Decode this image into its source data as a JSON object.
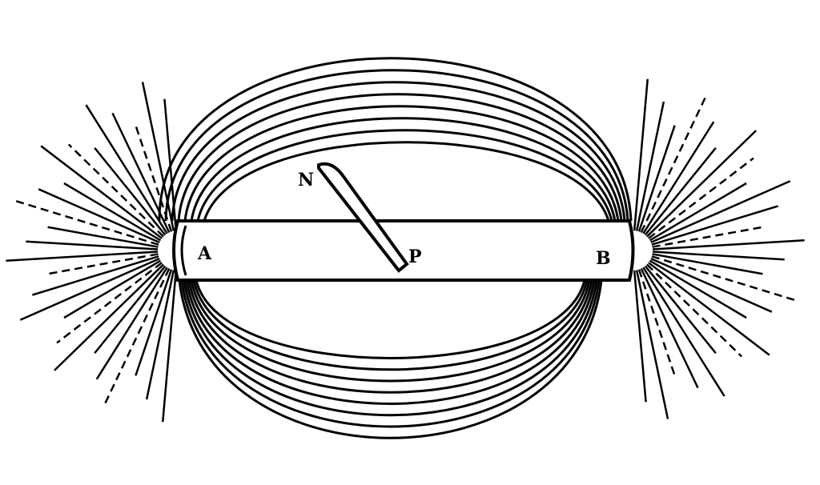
{
  "labels": {
    "pole_a": "A",
    "pole_b": "B",
    "needle_north": "N",
    "needle_point": "P"
  },
  "colors": {
    "ink": "#000000",
    "paper": "#ffffff"
  }
}
